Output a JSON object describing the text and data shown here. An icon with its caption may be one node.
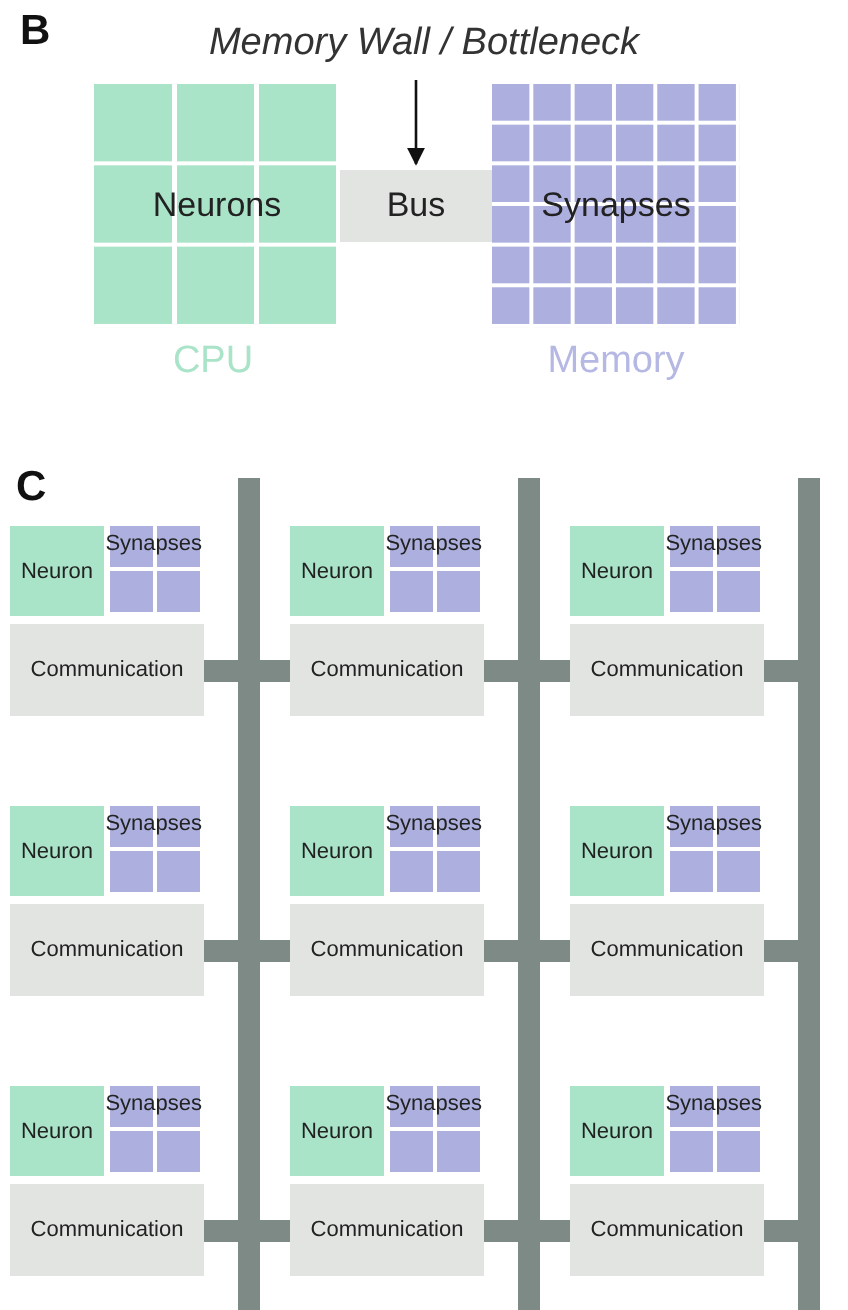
{
  "diagram": {
    "nodes": [
      {
        "text": [
          "Memory Wall / Bottleneck"
        ]
      },
      {
        "text": [
          "Neurons"
        ],
        "beside": [
          "CPU"
        ]
      },
      {
        "text": [
          "Bus"
        ]
      },
      {
        "text": [
          "Synapses"
        ],
        "beside": [
          "Memory"
        ]
      },
      {
        "text": [
          "Neuron"
        ]
      },
      {
        "text": [
          "Synapses"
        ]
      },
      {
        "text": [
          "Communication"
        ]
      },
      {
        "text": [
          "Neuron"
        ]
      },
      {
        "text": [
          "Synapses"
        ]
      },
      {
        "text": [
          "Communication"
        ]
      },
      {
        "text": [
          "Neuron"
        ]
      },
      {
        "text": [
          "Synapses"
        ]
      },
      {
        "text": [
          "Communication"
        ]
      },
      {
        "text": [
          "Neuron"
        ]
      },
      {
        "text": [
          "Synapses"
        ]
      },
      {
        "text": [
          "Communication"
        ]
      },
      {
        "text": [
          "Neuron"
        ]
      },
      {
        "text": [
          "Synapses"
        ]
      },
      {
        "text": [
          "Communication"
        ]
      },
      {
        "text": [
          "Neuron"
        ]
      },
      {
        "text": [
          "Synapses"
        ]
      },
      {
        "text": [
          "Communication"
        ]
      },
      {
        "text": [
          "Neuron"
        ]
      },
      {
        "text": [
          "Synapses"
        ]
      },
      {
        "text": [
          "Communication"
        ]
      },
      {
        "text": [
          "Neuron"
        ]
      },
      {
        "text": [
          "Synapses"
        ]
      },
      {
        "text": [
          "Communication"
        ]
      },
      {
        "text": [
          "Neuron"
        ]
      },
      {
        "text": [
          "Synapses"
        ]
      },
      {
        "text": [
          "Communication"
        ]
      }
    ],
    "edges": [
      {
        "from": 0,
        "to": 2,
        "arrow": "to"
      }
    ],
    "labels": [
      "B",
      "C"
    ]
  }
}
